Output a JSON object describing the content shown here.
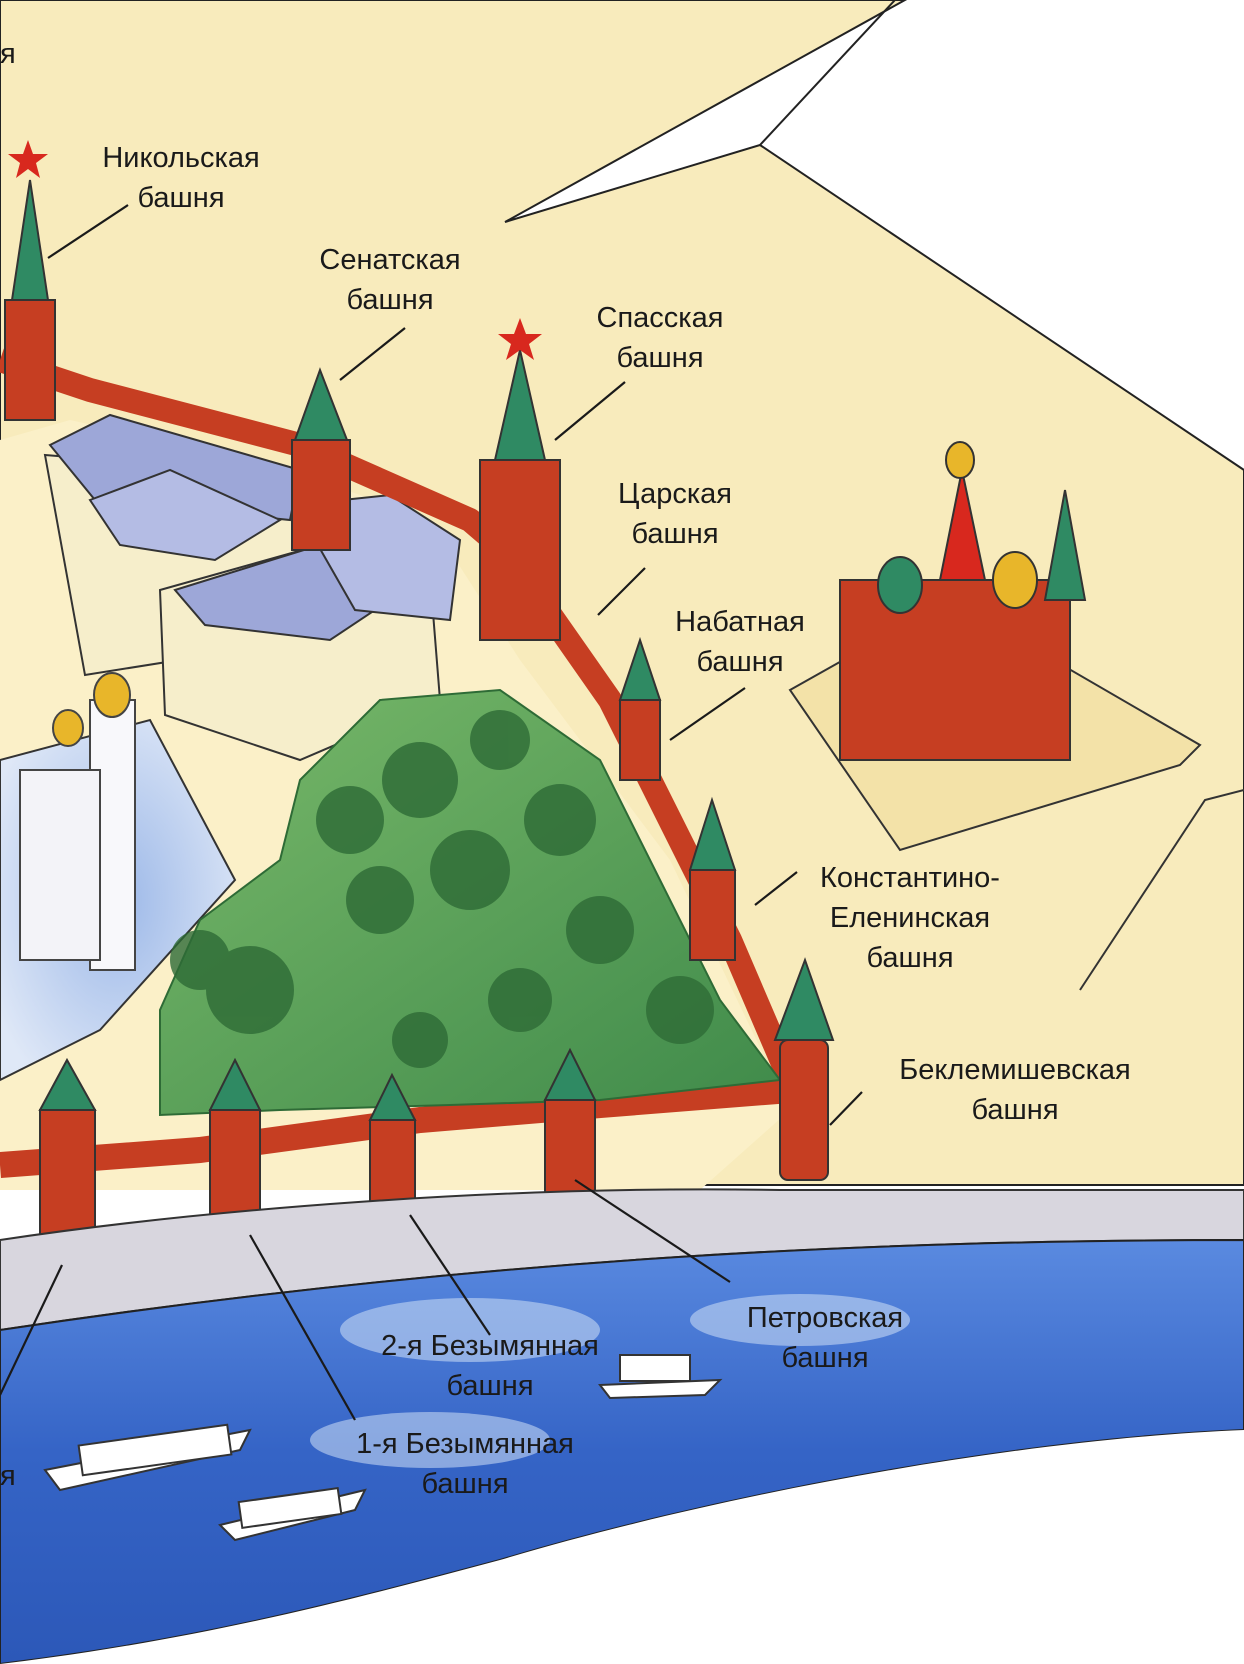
{
  "colors": {
    "ground": "#f8ebbc",
    "square": "#fbf0c8",
    "wall": "#c63e22",
    "wall_dark": "#9a2a16",
    "roof_green": "#2f8a63",
    "park": "#5b9e53",
    "park_dark": "#2e6b36",
    "river": "#3a6fcf",
    "river_light": "#cfe0f6",
    "embankment": "#d8d6de",
    "building": "#9da7d8",
    "building_wall": "#f6eecb"
  },
  "labels": [
    {
      "id": "cut-top-left",
      "lines": [
        "я"
      ]
    },
    {
      "id": "nikolskaya",
      "lines": [
        "Никольская",
        "башня"
      ]
    },
    {
      "id": "senatskaya",
      "lines": [
        "Сенатская",
        "башня"
      ]
    },
    {
      "id": "spasskaya",
      "lines": [
        "Спасская",
        "башня"
      ]
    },
    {
      "id": "tsarskaya",
      "lines": [
        "Царская",
        "башня"
      ]
    },
    {
      "id": "nabatnaya",
      "lines": [
        "Набатная",
        "башня"
      ]
    },
    {
      "id": "konstantino",
      "lines": [
        "Константино-",
        "Еленинская",
        "башня"
      ]
    },
    {
      "id": "beklemishevskaya",
      "lines": [
        "Беклемишевская",
        "башня"
      ]
    },
    {
      "id": "petrovskaya",
      "lines": [
        "Петровская",
        "башня"
      ]
    },
    {
      "id": "bezymyannaya-2",
      "lines": [
        "2-я Безымянная",
        "башня"
      ]
    },
    {
      "id": "bezymyannaya-1",
      "lines": [
        "1-я Безымянная",
        "башня"
      ]
    },
    {
      "id": "cut-bottom-left",
      "lines": [
        "я"
      ]
    }
  ]
}
